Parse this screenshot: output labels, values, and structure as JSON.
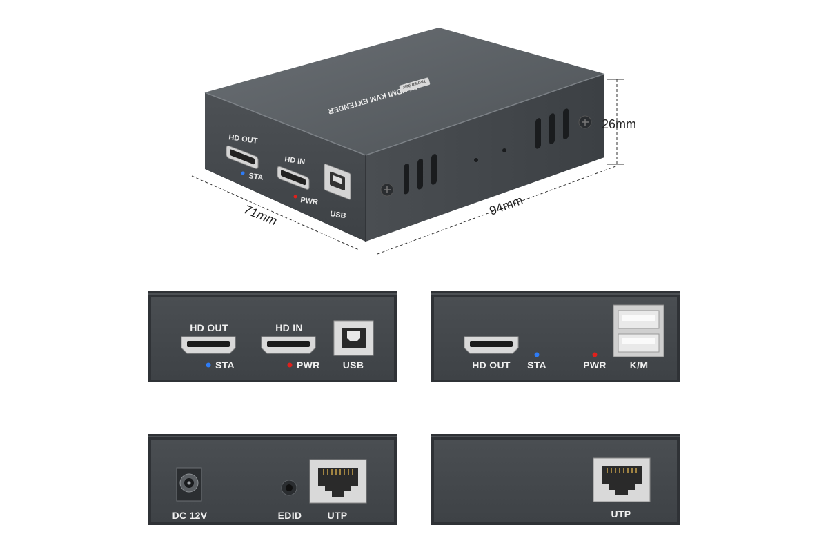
{
  "colors": {
    "body_dark": "#3a3e42",
    "body_face": "#45494d",
    "body_top": "#5a5f64",
    "led_blue": "#2e7cf6",
    "led_red": "#e0201c",
    "port_silver": "#d8d8d8"
  },
  "dimensions": {
    "width": "94mm",
    "depth": "71mm",
    "height": "26mm"
  },
  "top_label": {
    "title": "4K HDMI KVM EXTENDER",
    "badge": "Transmitter"
  },
  "iso_front": {
    "hd_out": "HD OUT",
    "sta": "STA",
    "hd_in": "HD IN",
    "pwr": "PWR",
    "usb": "USB"
  },
  "panels": {
    "tx_front": {
      "hd_out": "HD OUT",
      "sta": "STA",
      "hd_in": "HD IN",
      "pwr": "PWR",
      "usb": "USB"
    },
    "rx_front": {
      "hd_out": "HD OUT",
      "sta": "STA",
      "pwr": "PWR",
      "km": "K/M"
    },
    "tx_back": {
      "dc": "DC 12V",
      "edid": "EDID",
      "utp": "UTP"
    },
    "rx_back": {
      "utp": "UTP"
    }
  }
}
